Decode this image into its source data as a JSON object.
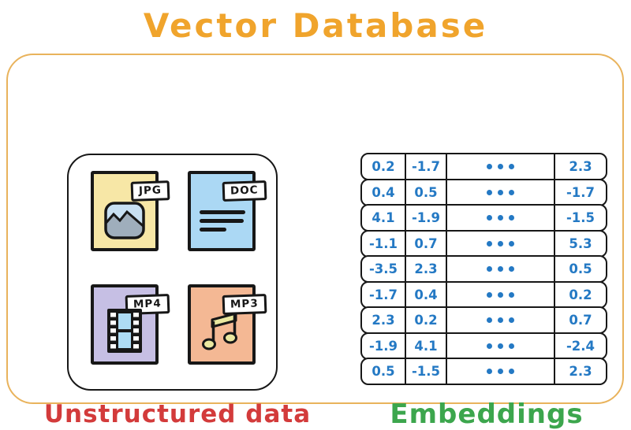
{
  "title": "Vector Database",
  "colors": {
    "title_orange": "#F0A42C",
    "frame_orange": "#E9B35C",
    "outline_black": "#171717",
    "number_blue": "#2479C4",
    "unstructured_red": "#D33B3B",
    "embeddings_green": "#3CA64D",
    "jpg_yellow": "#F7E7A6",
    "doc_blue": "#ABD8F4",
    "mp4_purple": "#C6BFE4",
    "mp3_peach": "#F4B894"
  },
  "files": {
    "box_label": "Unstructured data",
    "items": [
      {
        "label": "JPG",
        "type": "image"
      },
      {
        "label": "DOC",
        "type": "document"
      },
      {
        "label": "MP4",
        "type": "video"
      },
      {
        "label": "MP3",
        "type": "audio"
      }
    ]
  },
  "embeddings": {
    "label": "Embeddings",
    "rows": [
      [
        "0.2",
        "-1.7",
        "2.3"
      ],
      [
        "0.4",
        "0.5",
        "-1.7"
      ],
      [
        "4.1",
        "-1.9",
        "-1.5"
      ],
      [
        "-1.1",
        "0.7",
        "5.3"
      ],
      [
        "-3.5",
        "2.3",
        "0.5"
      ],
      [
        "-1.7",
        "0.4",
        "0.2"
      ],
      [
        "2.3",
        "0.2",
        "0.7"
      ],
      [
        "-1.9",
        "4.1",
        "-2.4"
      ],
      [
        "0.5",
        "-1.5",
        "2.3"
      ]
    ]
  }
}
